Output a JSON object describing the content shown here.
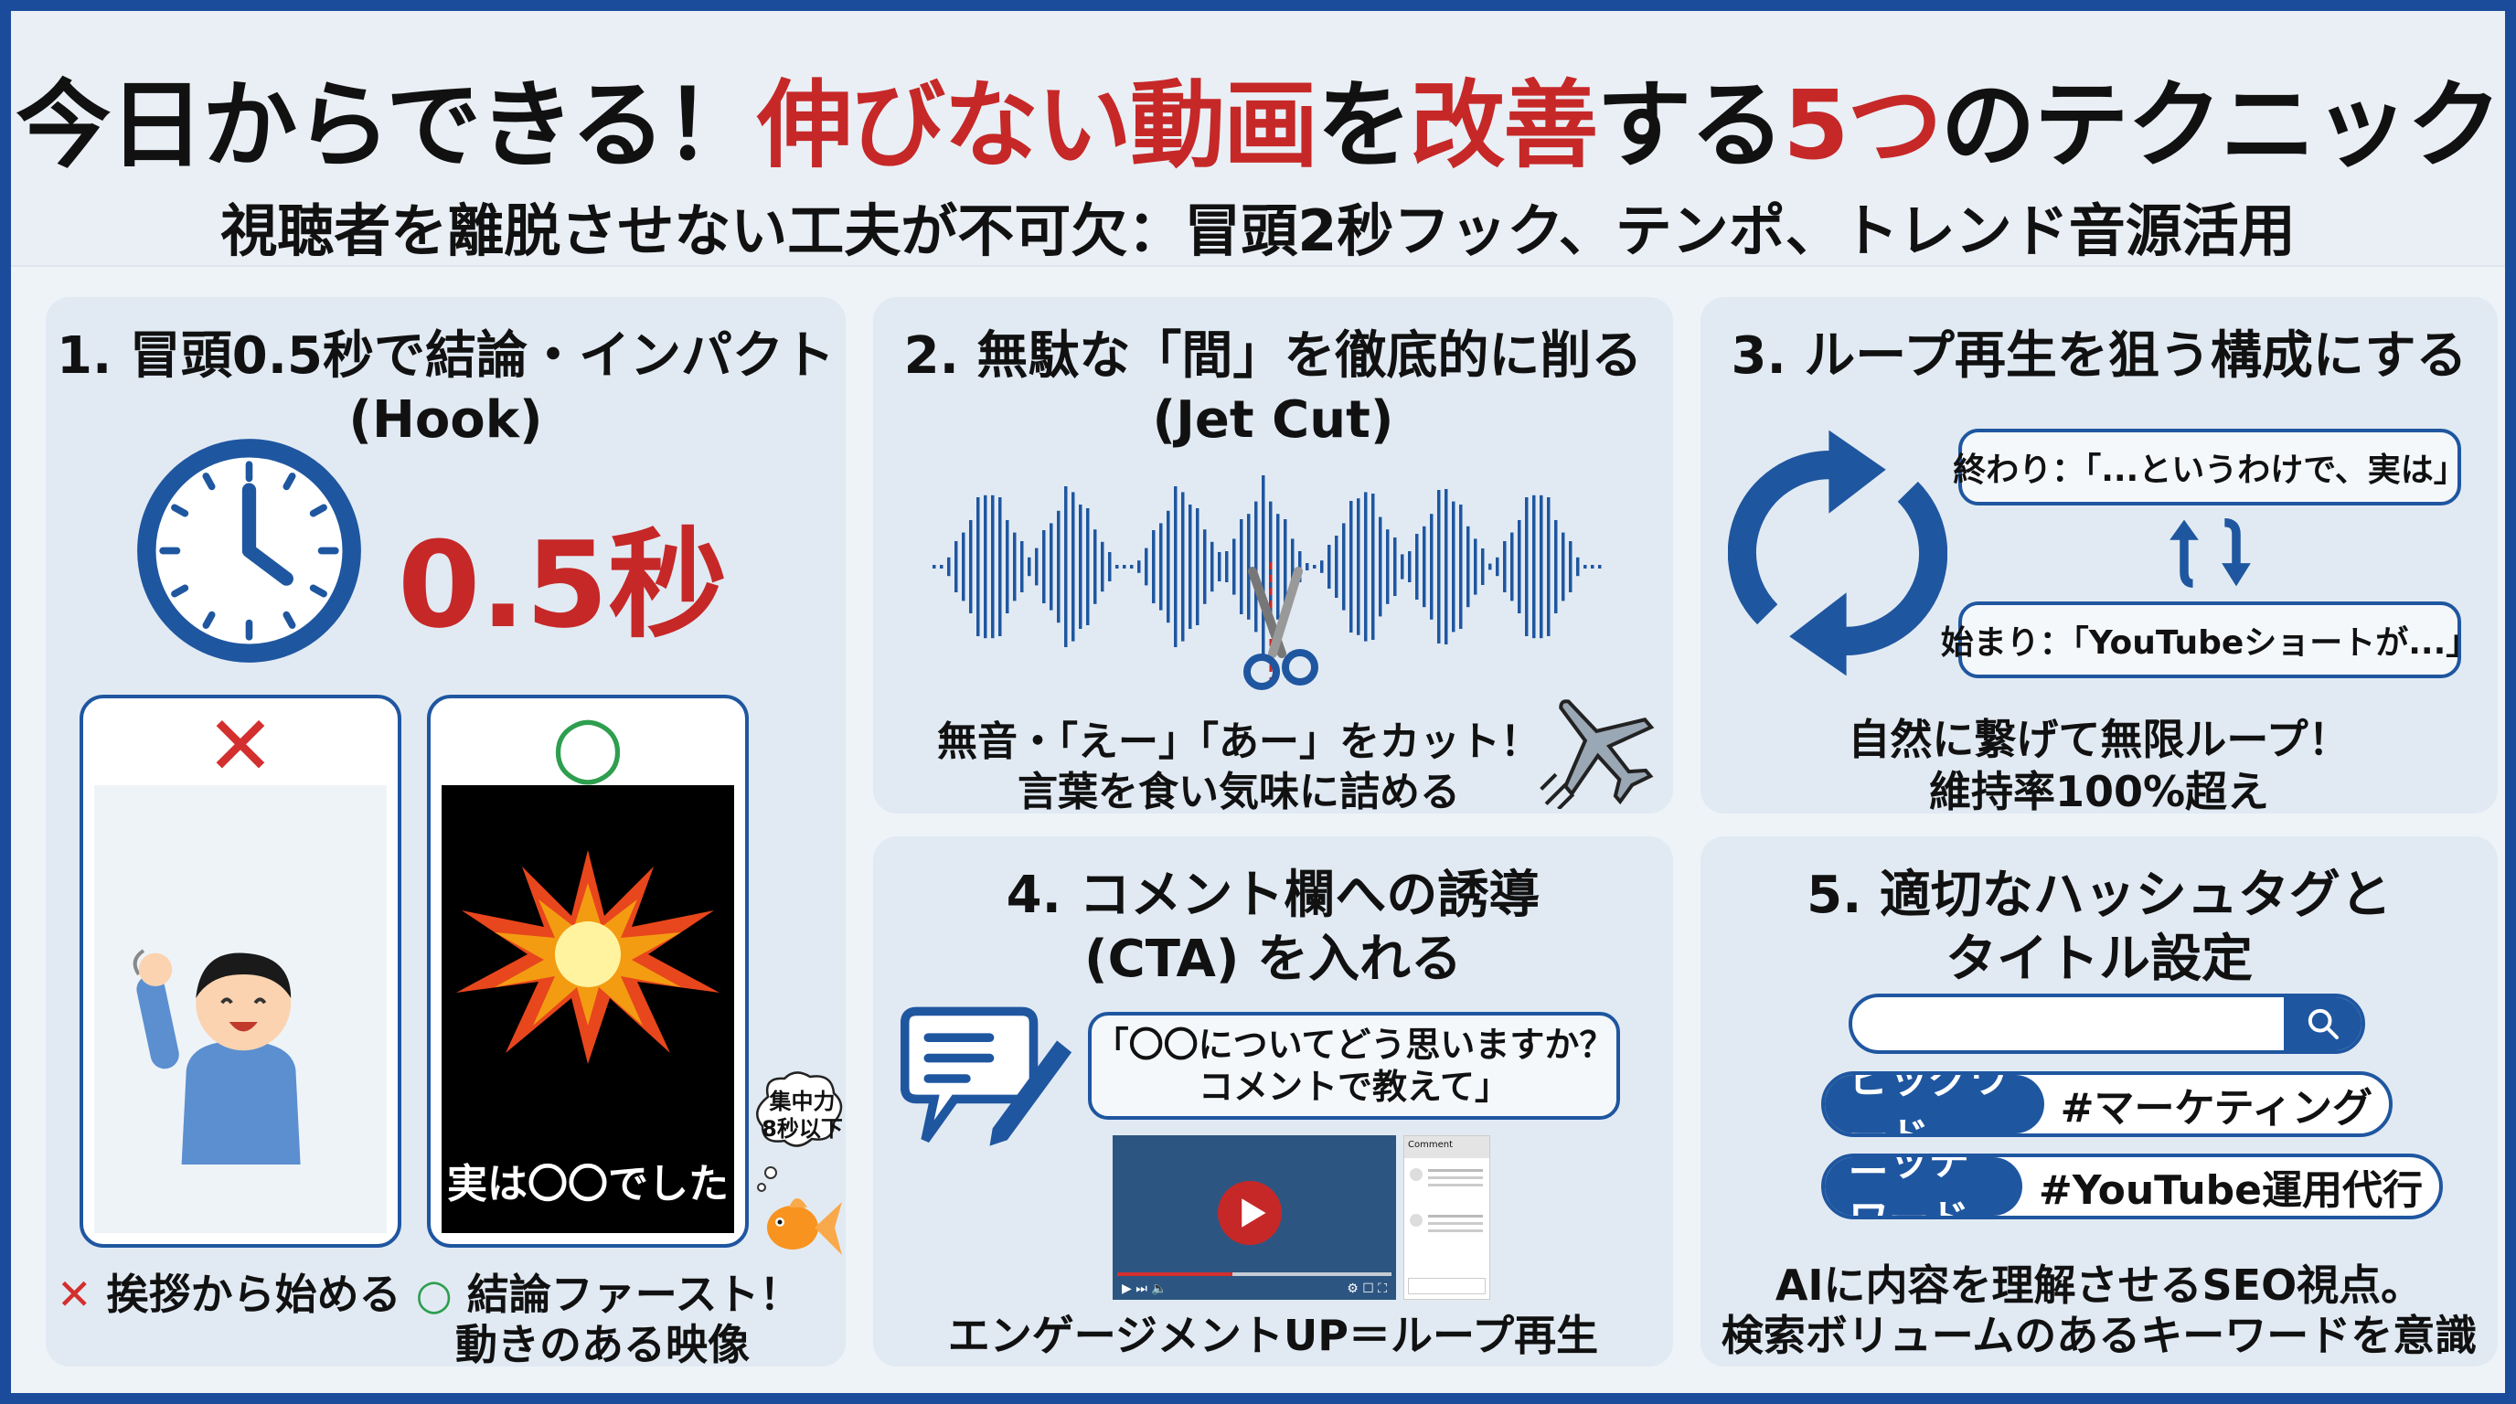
{
  "header": {
    "title_parts": [
      "今日からできる！",
      "伸びない動画",
      "を",
      "改善",
      "する",
      "5つ",
      "のテクニック"
    ],
    "subtitle": "視聴者を離脱させない工夫が不可欠：冒頭2秒フック、テンポ、トレンド音源活用"
  },
  "colors": {
    "accent_blue": "#1f56a0",
    "accent_red": "#c62828",
    "ok_green": "#2e9e4f",
    "frame": "#1b4c9c"
  },
  "panel1": {
    "title": "1. 冒頭0.5秒で結論・インパクト",
    "title2": "(Hook)",
    "big_value": "0.5秒",
    "bad_mark": "✕",
    "good_mark": "○",
    "screen_text": "実は〇〇でした",
    "bubble_line1": "集中力",
    "bubble_line2": "8秒以下",
    "caption_bad_mark": "✕",
    "caption_bad": "挨拶から始める",
    "caption_good_mark": "○",
    "caption_good1": "結論ファースト！",
    "caption_good2": "動きのある映像",
    "icons": [
      "clock-icon",
      "person-waving",
      "explosion",
      "goldfish",
      "thought-bubble"
    ]
  },
  "panel2": {
    "title": "2. 無駄な「間」を徹底的に削る",
    "title2": "(Jet Cut)",
    "line1": "無音・「えー」「あー」をカット！",
    "line2": "言葉を食い気味に詰める",
    "icons": [
      "waveform",
      "scissors-icon",
      "airplane-icon"
    ]
  },
  "panel3": {
    "title": "3. ループ再生を狙う構成にする",
    "end_box": "終わり：「...というわけで、実は」",
    "start_box": "始まり：「YouTubeショートが...」",
    "line1": "自然に繋げて無限ループ！",
    "line2": "維持率100%超え",
    "icons": [
      "loop-icon",
      "swap-arrows-icon"
    ]
  },
  "panel4": {
    "title": "4. コメント欄への誘導",
    "title2": "(CTA) を入れる",
    "quote1": "「〇〇についてどう思いますか？",
    "quote2": "コメントで教えて」",
    "comment_header": "Comment",
    "video_progress": 0.42,
    "bottom": "エンゲージメントUP＝ループ再生",
    "icons": [
      "comment-edit-icon",
      "play-icon",
      "video-player"
    ]
  },
  "panel5": {
    "title": "5. 適切なハッシュタグと",
    "title2": "タイトル設定",
    "search_placeholder": "",
    "tags": [
      {
        "label": "ビッグワード",
        "value": "#マーケティング"
      },
      {
        "label": "ニッチワード",
        "value": "#YouTube運用代行"
      }
    ],
    "line1": "AIに内容を理解させるSEO視点。",
    "line2": "検索ボリュームのあるキーワードを意識",
    "icons": [
      "search-icon"
    ]
  }
}
